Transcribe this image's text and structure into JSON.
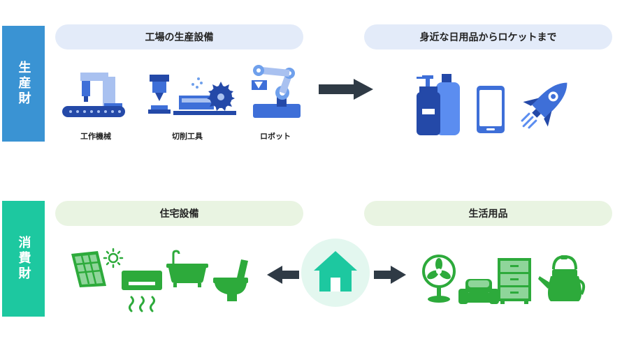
{
  "producer": {
    "tab_label": "生産財",
    "left_heading": "工場の生産設備",
    "right_heading": "身近な日用品からロケットまで",
    "items": [
      {
        "label": "工作機械",
        "icon": "machine-tool-icon"
      },
      {
        "label": "切削工具",
        "icon": "cutting-tool-icon"
      },
      {
        "label": "ロボット",
        "icon": "robot-arm-icon"
      }
    ],
    "products": [
      "bottles-icon",
      "smartphone-icon",
      "rocket-icon"
    ]
  },
  "consumer": {
    "tab_label": "消費財",
    "left_heading": "住宅設備",
    "right_heading": "生活用品",
    "housing_icons": [
      "solar-panel-icon",
      "air-conditioner-icon",
      "bathtub-icon",
      "toilet-icon"
    ],
    "center_icon": "house-icon",
    "daily_icons": [
      "fan-icon",
      "sofa-icon",
      "drawer-chest-icon",
      "kettle-icon"
    ]
  },
  "colors": {
    "producer_tab": "#3a93d3",
    "consumer_tab": "#1dc8a0",
    "producer_pill": "#e3ebf9",
    "consumer_pill": "#e9f4e2",
    "icon_blue": "#3e6fd8",
    "icon_green": "#2daa3b",
    "house_teal": "#1dc8a0",
    "arrow": "#2f3a45"
  }
}
